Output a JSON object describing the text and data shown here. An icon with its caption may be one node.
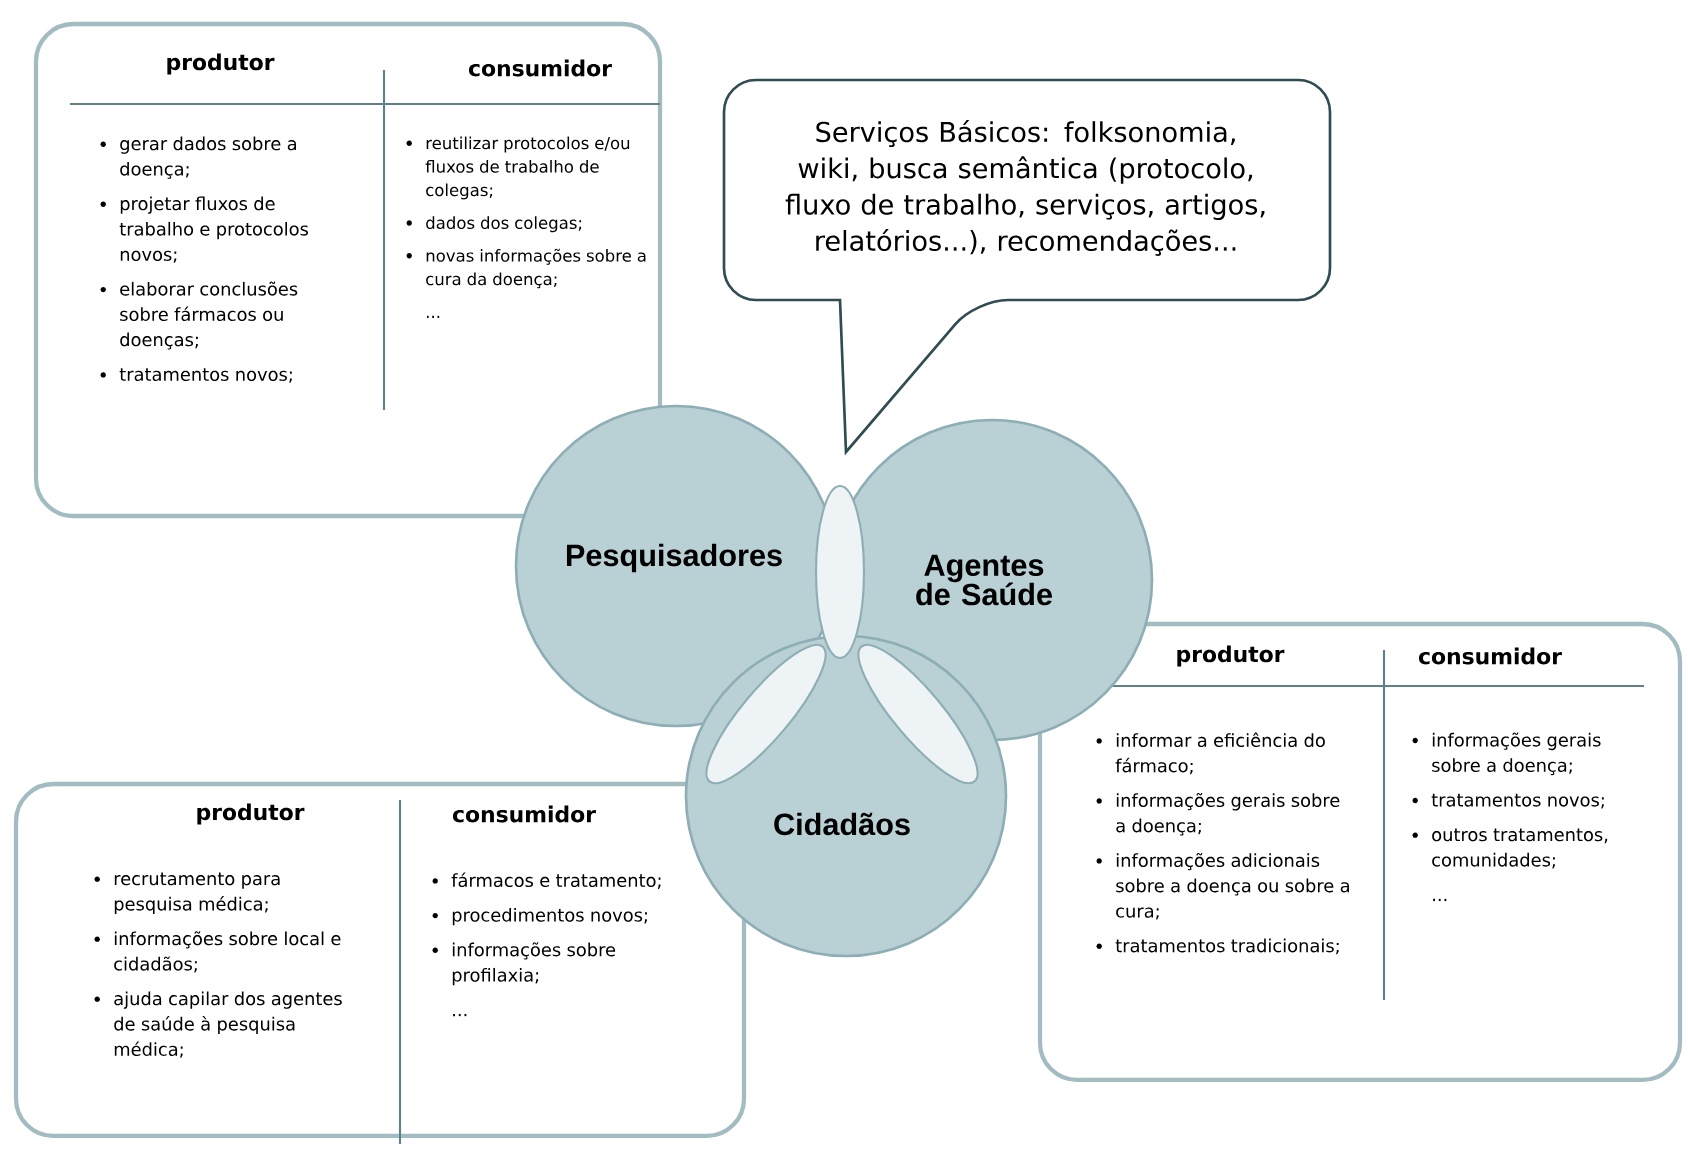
{
  "diagram": {
    "nodes": [
      {
        "text": [
          "produtor",
          "consumidor",
          "gerar dados sobre a doença;",
          "projetar fluxos de trabalho e protocolos novos;",
          "elaborar conclusões sobre fármacos ou doenças;",
          "tratamentos novos;",
          "reutilizar protocolos e/ou fluxos de trabalho de colegas;",
          "dados dos colegas;",
          "novas informações sobre a cura da doença;",
          "..."
        ]
      },
      {
        "text": [
          "Serviços Básicos: folksonomia, wiki, busca semântica (protocolo, fluxo de trabalho, serviços, artigos, relatórios...), recomendações..."
        ]
      },
      {
        "text": [
          "Pesquisadores"
        ]
      },
      {
        "text": [
          "Agentes de Saúde"
        ]
      },
      {
        "text": [
          "Cidadãos"
        ]
      },
      {
        "text": [
          "produtor",
          "consumidor",
          "informar a eficiência do fármaco;",
          "informações gerais sobre a doença;",
          "informações adicionais sobre a doença ou sobre a cura;",
          "tratamentos tradicionais;",
          "informações gerais sobre a doença;",
          "tratamentos novos;",
          "outros tratamentos, comunidades;",
          "..."
        ]
      },
      {
        "text": [
          "produtor",
          "consumidor",
          "recrutamento para pesquisa médica;",
          "informações sobre local e cidadãos;",
          "ajuda capilar dos agentes de saúde à pesquisa médica;",
          "fármacos e tratamento;",
          "procedimentos novos;",
          "informações sobre profilaxia;",
          "..."
        ]
      }
    ]
  }
}
